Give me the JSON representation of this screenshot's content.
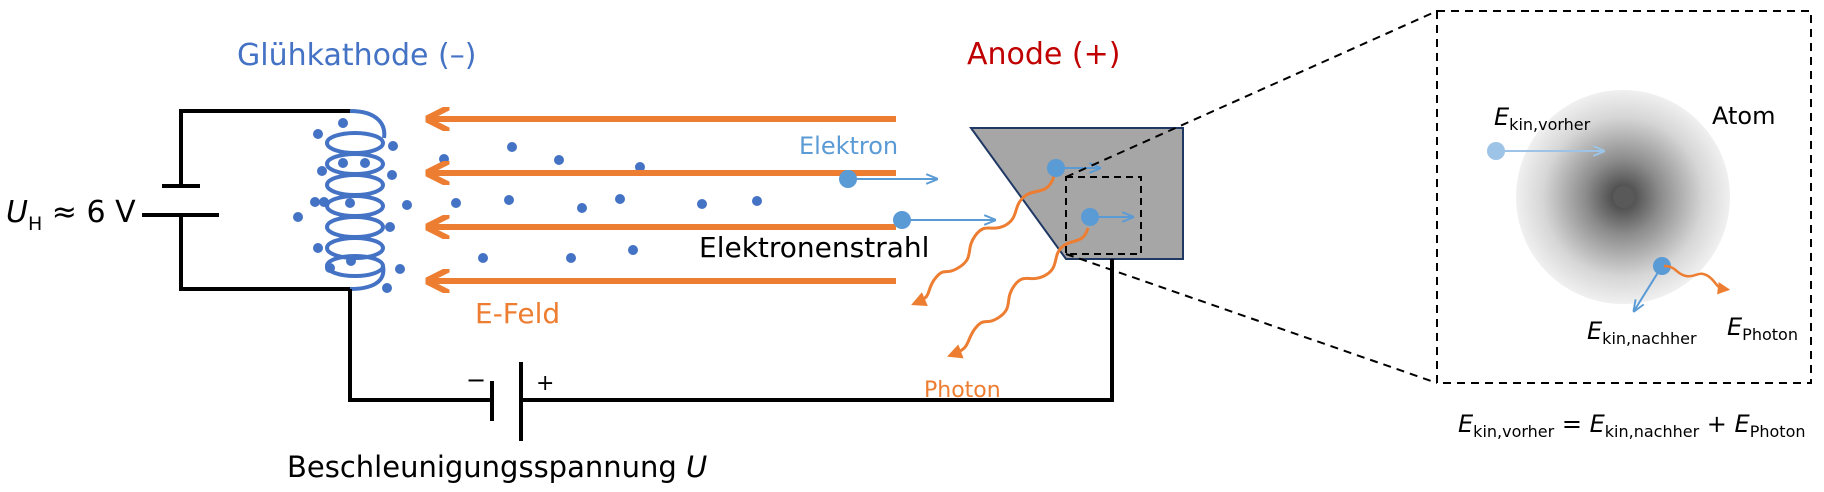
{
  "colors": {
    "cathode": "#4472C4",
    "anode_label": "#C00000",
    "field": "#ED7D31",
    "electron": "#5B9BD5",
    "electron_light": "#9DC3E6",
    "anode_fill": "#A6A6A6",
    "anode_stroke": "#1F3864",
    "wire": "#000000",
    "nucleus": "#595959"
  },
  "labels": {
    "cathode": "Glühkathode (–)",
    "anode": "Anode (+)",
    "heater_voltage_symbol": "U",
    "heater_voltage_sub": "H",
    "heater_voltage_value": " ≈ 6 V",
    "electron": "Elektron",
    "beam": "Elektronenstrahl",
    "field": "E-Feld",
    "photon": "Photon",
    "accel_voltage_text": "Beschleunigungsspannung ",
    "accel_voltage_symbol": "U",
    "battery_minus": "−",
    "battery_plus": "+"
  },
  "inset": {
    "atom_label": "Atom",
    "e_symbol": "E",
    "before_sub": "kin,vorher",
    "after_sub": "kin,nachher",
    "photon_sub": "Photon"
  },
  "equation": {
    "e1": "E",
    "s1": "kin,vorher",
    "eq": " = ",
    "e2": "E",
    "s2": "kin,nachher",
    "plus": " + ",
    "e3": "E",
    "s3": "Photon"
  }
}
